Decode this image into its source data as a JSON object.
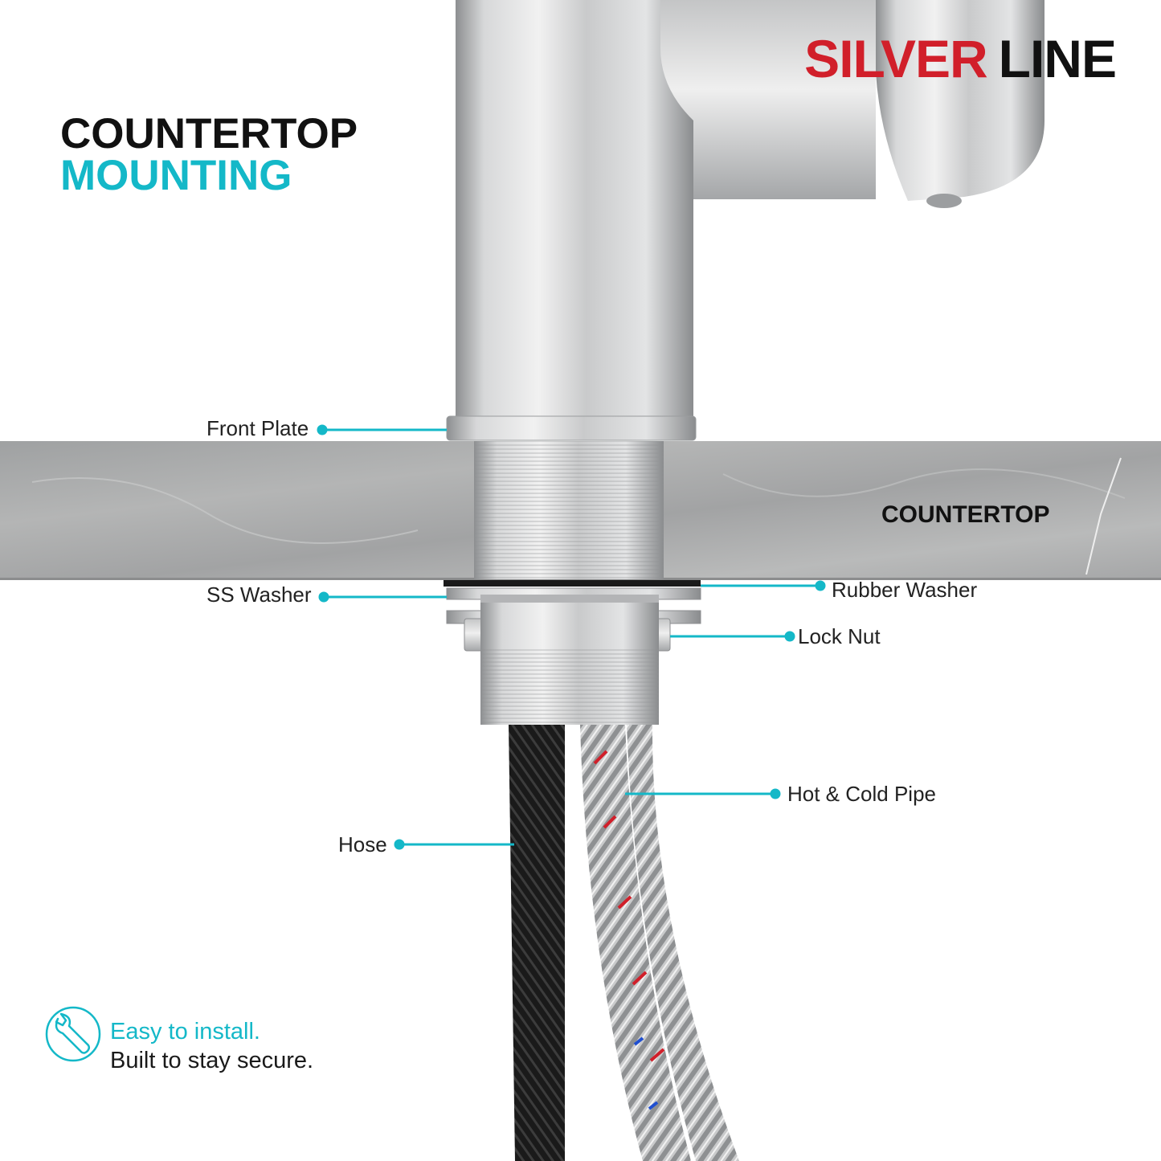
{
  "brand": {
    "word1": "SILVER",
    "word2": "LINE"
  },
  "heading": {
    "line1": "COUNTERTOP",
    "line2": "MOUNTING"
  },
  "countertop_label": "COUNTERTOP",
  "callouts": {
    "front_plate": "Front Plate",
    "ss_washer": "SS Washer",
    "rubber_washer": "Rubber Washer",
    "lock_nut": "Lock Nut",
    "hot_cold_pipe": "Hot & Cold Pipe",
    "hose": "Hose"
  },
  "tagline": {
    "line1": "Easy to install.",
    "line2": "Built to stay secure."
  },
  "icons": {
    "install": "wrench-icon"
  },
  "colors": {
    "accent": "#14b8c8",
    "brand_red": "#d11f2a",
    "text": "#111111"
  }
}
